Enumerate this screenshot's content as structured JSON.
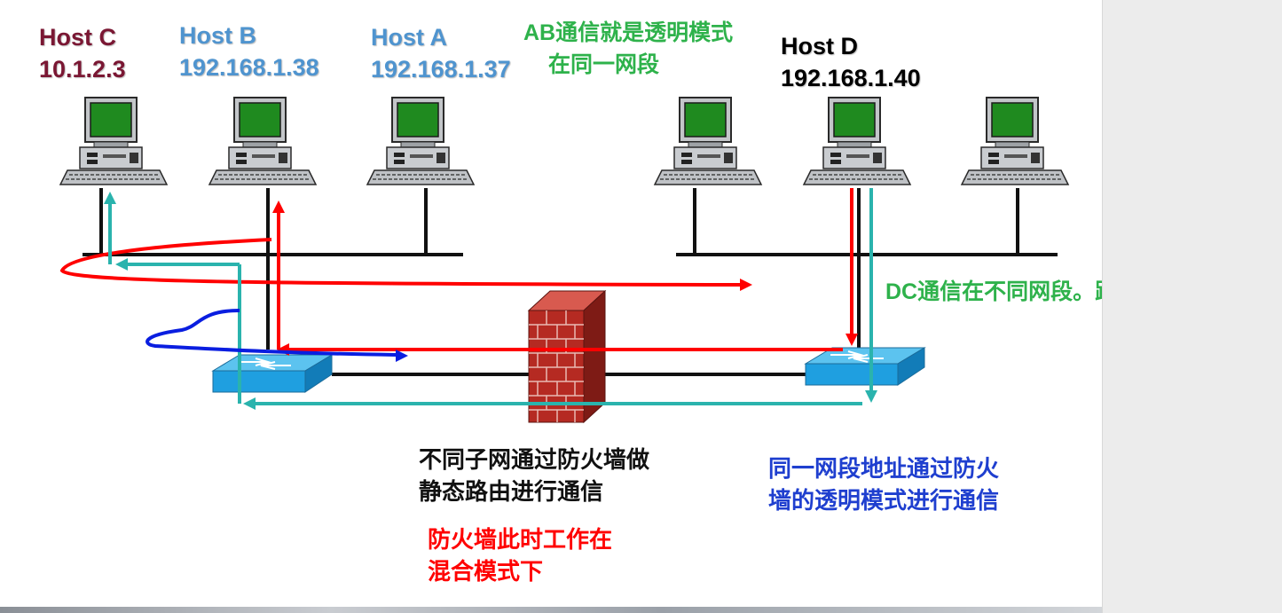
{
  "hosts": [
    {
      "name": "Host C",
      "ip": "10.1.2.3",
      "color": "#7a1733"
    },
    {
      "name": "Host B",
      "ip": "192.168.1.38",
      "color": "#4f94cf"
    },
    {
      "name": "Host A",
      "ip": "192.168.1.37",
      "color": "#4f94cf"
    },
    {
      "name": "Host D",
      "ip": "192.168.1.40",
      "color": "#000000"
    }
  ],
  "notes": {
    "ab_line1": "AB通信就是透明模式",
    "ab_line2": "在同一网段",
    "dc": "DC通信在不同网段。路由模式",
    "routing_line1": "不同子网通过防火墙做",
    "routing_line2": "静态路由进行通信",
    "mixed_line1": "防火墙此时工作在",
    "mixed_line2": "混合模式下",
    "transparent_line1": "同一网段地址通过防火",
    "transparent_line2": "墙的透明模式进行通信"
  },
  "colors": {
    "green_note": "#2eb24b",
    "red_note": "#ff0000",
    "blue_note": "#1f3fcf",
    "red_path": "#ff0000",
    "teal_path": "#2ab3ad",
    "blue_path": "#0a1ee0",
    "switch": "#1f9fe0",
    "firewall": "#b52a22"
  },
  "icons": [
    "computer-icon",
    "switch-icon",
    "firewall-icon"
  ]
}
